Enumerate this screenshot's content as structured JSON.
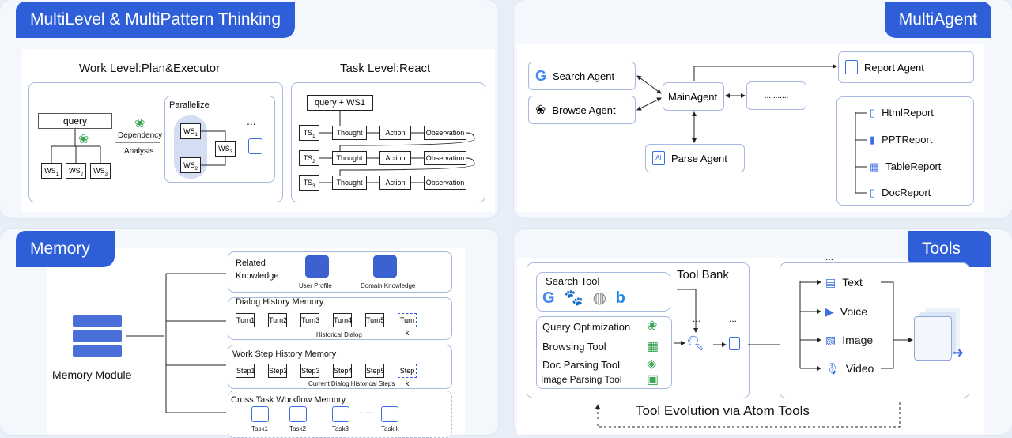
{
  "tl": {
    "tab": "MultiLevel & MultiPattern Thinking",
    "work_title": "Work Level:Plan&Executor",
    "task_title": "Task Level:React",
    "query": "query",
    "dep1": "Dependency",
    "dep2": "Analysis",
    "parallel": "Parallelize",
    "ws": [
      "WS",
      "WS",
      "WS"
    ],
    "ws_sub": [
      "1",
      "2",
      "3"
    ],
    "qws": "query + WS1",
    "ts": [
      "TS",
      "TS",
      "TS"
    ],
    "ts_sub": [
      "1",
      "2",
      "3"
    ],
    "thought": "Thought",
    "action": "Action",
    "obs": "Observation",
    "dots": "..."
  },
  "tr": {
    "tab": "MultiAgent",
    "search": "Search Agent",
    "browse": "Browse Agent",
    "main": "MainAgent",
    "more": "...........",
    "parse": "Parse Agent",
    "report": "Report Agent",
    "reports": [
      "HtmlReport",
      "PPTReport",
      "TableReport",
      "DocReport"
    ]
  },
  "bl": {
    "tab": "Memory",
    "module": "Memory Module",
    "related1": "Related",
    "related2": "Knowledge",
    "user_profile": "User Profile",
    "domain": "Domain Knowledge",
    "dialog_title": "Dialog History Memory",
    "turns": [
      "Turn1",
      "Turn2",
      "Turn3",
      "Turn4",
      "Turn5",
      "Turn k"
    ],
    "hist_dialog": "Historical Dialog",
    "work_title": "Work Step History Memory",
    "steps": [
      "Step1",
      "Step2",
      "Step3",
      "Step4",
      "Step5",
      "Step k"
    ],
    "cur_steps": "Current Dialog Historical Steps",
    "cross_title": "Cross Task Workflow Memory",
    "tasks": [
      "Task1",
      "Task2",
      "Task3",
      "Task k"
    ],
    "dots": "....."
  },
  "br": {
    "tab": "Tools",
    "search_tool": "Search Tool",
    "tool_bank": "Tool Bank",
    "tools": [
      "Query Optimization",
      "Browsing Tool",
      "Doc Parsing Tool",
      "Image Parsing Tool"
    ],
    "outputs": [
      "Text",
      "Voice",
      "Image",
      "Video"
    ],
    "evolution": "Tool Evolution via Atom Tools",
    "dots": "..."
  },
  "colors": {
    "accent": "#2f5fd8",
    "border": "#a8b8e0",
    "icon_blue": "#3b6fe0",
    "green": "#3aa757"
  }
}
